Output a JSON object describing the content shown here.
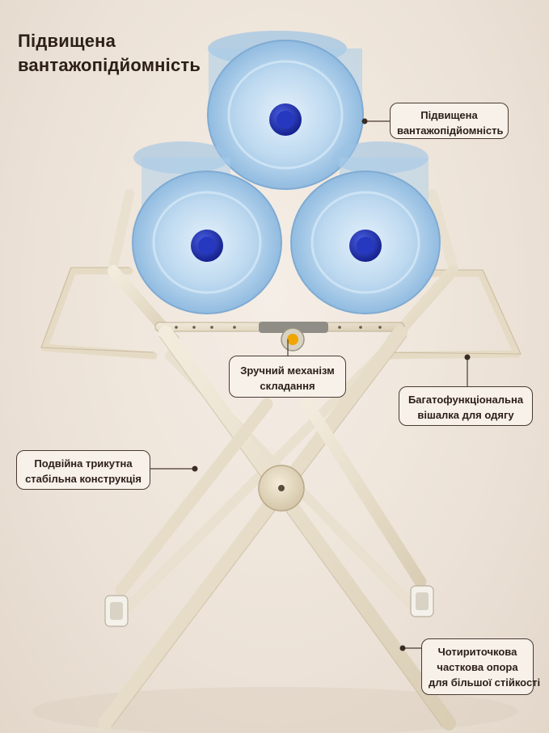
{
  "headline": {
    "line1": "Підвищена",
    "line2": "вантажопідйомність"
  },
  "callouts": {
    "capacity": {
      "line1": "Підвищена",
      "line2": "вантажопідйомність"
    },
    "folding": {
      "line1": "Зручний механізм",
      "line2": "складання"
    },
    "hanger": {
      "line1": "Багатофункціональна",
      "line2": "вішалка для одягу"
    },
    "double_triangle": {
      "line1": "Подвійна трикутна",
      "line2": "стабільна конструкція"
    },
    "support": {
      "line1": "Чотириточкова",
      "line2": "часткова опора",
      "line3": "для більшої стійкості"
    }
  },
  "colors": {
    "background": "#efe6dc",
    "frame": "#e6dcc6",
    "bottle_cap": "#1d2fb0",
    "bottle_water": "#bcd8ef",
    "knob": "#f0a500",
    "text": "#2b1f17"
  },
  "icons": {
    "bottle": "water-bottle-19l",
    "knob": "folding-lock-knob",
    "wheel": "caster-wheel"
  }
}
